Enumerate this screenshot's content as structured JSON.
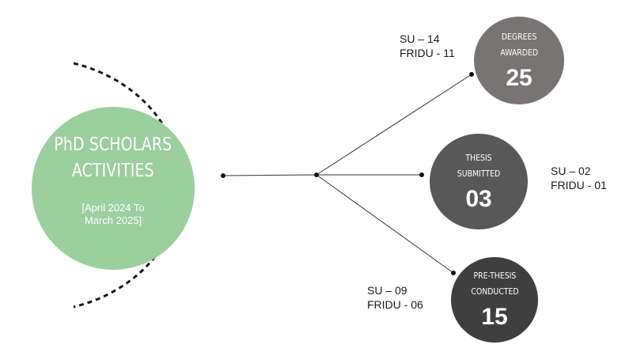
{
  "main_circle": {
    "title": "PhD SCHOLARS\nACTIVITIES",
    "period": "[April 2024 To\nMarch  2025]",
    "color": "#9ccf9e"
  },
  "stats": [
    {
      "label": "DEGREES\nAWARDED",
      "value": "25",
      "note_line1": "SU – 14",
      "note_line2": "FRIDU - 11",
      "color": "#777473"
    },
    {
      "label": "THESIS\nSUBMITTED",
      "value": "03",
      "note_line1": "SU – 02",
      "note_line2": "FRIDU - 01",
      "color": "#595858"
    },
    {
      "label": "PRE-THESIS\nCONDUCTED",
      "value": "15",
      "note_line1": "SU – 09",
      "note_line2": "FRIDU - 06",
      "color": "#3f3f3f"
    }
  ]
}
